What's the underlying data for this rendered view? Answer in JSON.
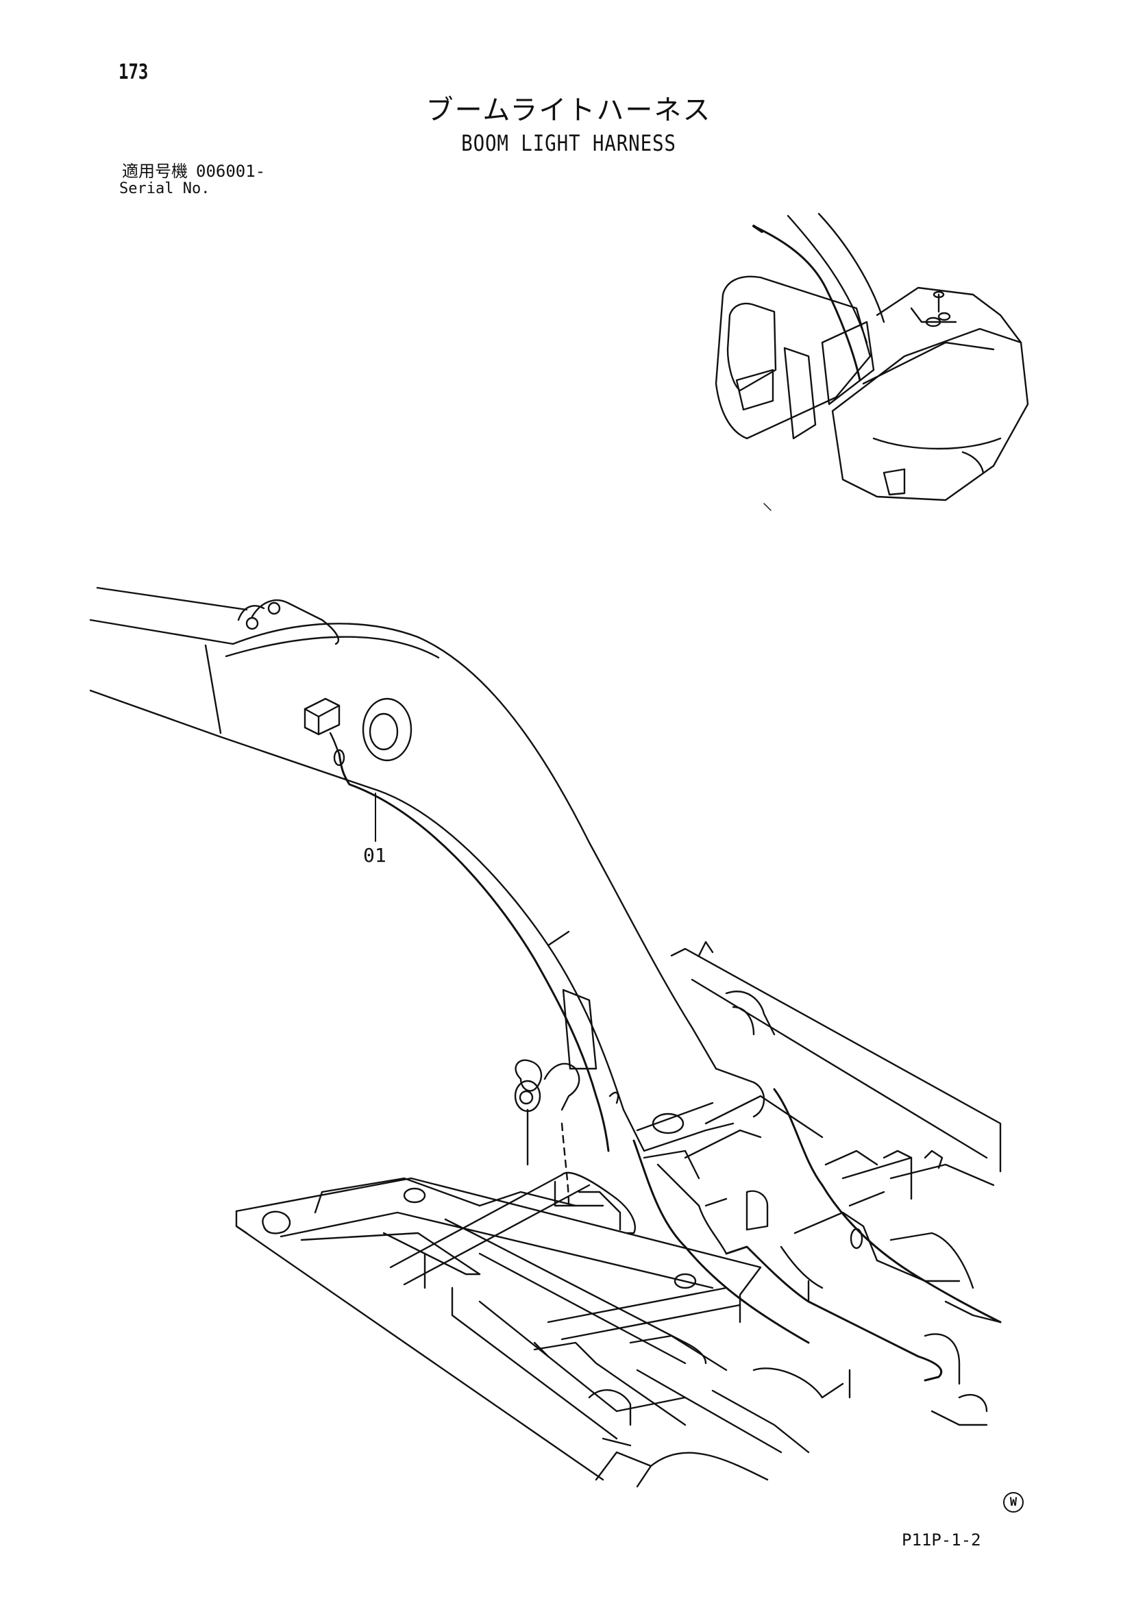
{
  "page": {
    "number": "173"
  },
  "title": {
    "japanese": "ブームライトハーネス",
    "english": "BOOM LIGHT HARNESS"
  },
  "serial": {
    "label_japanese": "適用号機",
    "value": "006001-",
    "label_english": "Serial No."
  },
  "callouts": [
    {
      "label": "01"
    }
  ],
  "footer": {
    "mark": "W",
    "figure_code": "P11P-1-2"
  }
}
